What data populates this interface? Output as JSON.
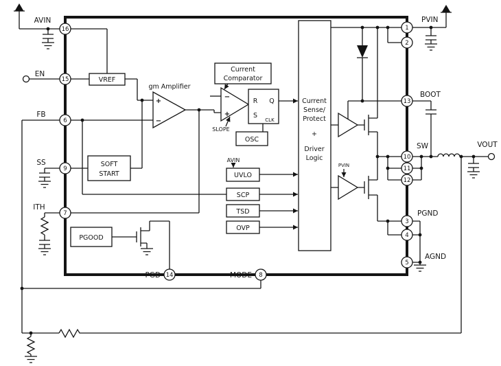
{
  "pins": {
    "avin": {
      "num": "16",
      "label": "AVIN"
    },
    "en": {
      "num": "15",
      "label": "EN"
    },
    "fb": {
      "num": "6",
      "label": "FB"
    },
    "ss": {
      "num": "9",
      "label": "SS"
    },
    "ith": {
      "num": "7",
      "label": "ITH"
    },
    "pgd": {
      "num": "14",
      "label": "PGD"
    },
    "mode": {
      "num": "8",
      "label": "MODE"
    },
    "pvin_1": {
      "num": "1",
      "label": "PVIN"
    },
    "pvin_2": {
      "num": "2"
    },
    "boot": {
      "num": "13",
      "label": "BOOT"
    },
    "sw_1": {
      "num": "10",
      "label": "SW"
    },
    "sw_2": {
      "num": "11"
    },
    "sw_3": {
      "num": "12"
    },
    "pgnd_1": {
      "num": "3",
      "label": "PGND"
    },
    "pgnd_2": {
      "num": "4"
    },
    "agnd": {
      "num": "5",
      "label": "AGND"
    }
  },
  "blocks": {
    "vref": "VREF",
    "gm_amp": "gm Amplifier",
    "curr_comp_line1": "Current",
    "curr_comp_line2": "Comparator",
    "slope": "SLOPE",
    "osc": "OSC",
    "ff_r": "R",
    "ff_q": "Q",
    "ff_s": "S",
    "ff_clk": "CLK",
    "avin_ref": "AVIN",
    "uvlo": "UVLO",
    "scp": "SCP",
    "tsd": "TSD",
    "ovp": "OVP",
    "soft_start_line1": "SOFT",
    "soft_start_line2": "START",
    "pgood": "PGOOD",
    "logic_line1": "Current",
    "logic_line2": "Sense/",
    "logic_line3": "Protect",
    "logic_line4": "+",
    "logic_line5": "Driver",
    "logic_line6": "Logic",
    "pvin_ref": "PVIN"
  },
  "signals": {
    "vout": "VOUT"
  },
  "symbols": {
    "plus": "+",
    "minus": "−"
  }
}
